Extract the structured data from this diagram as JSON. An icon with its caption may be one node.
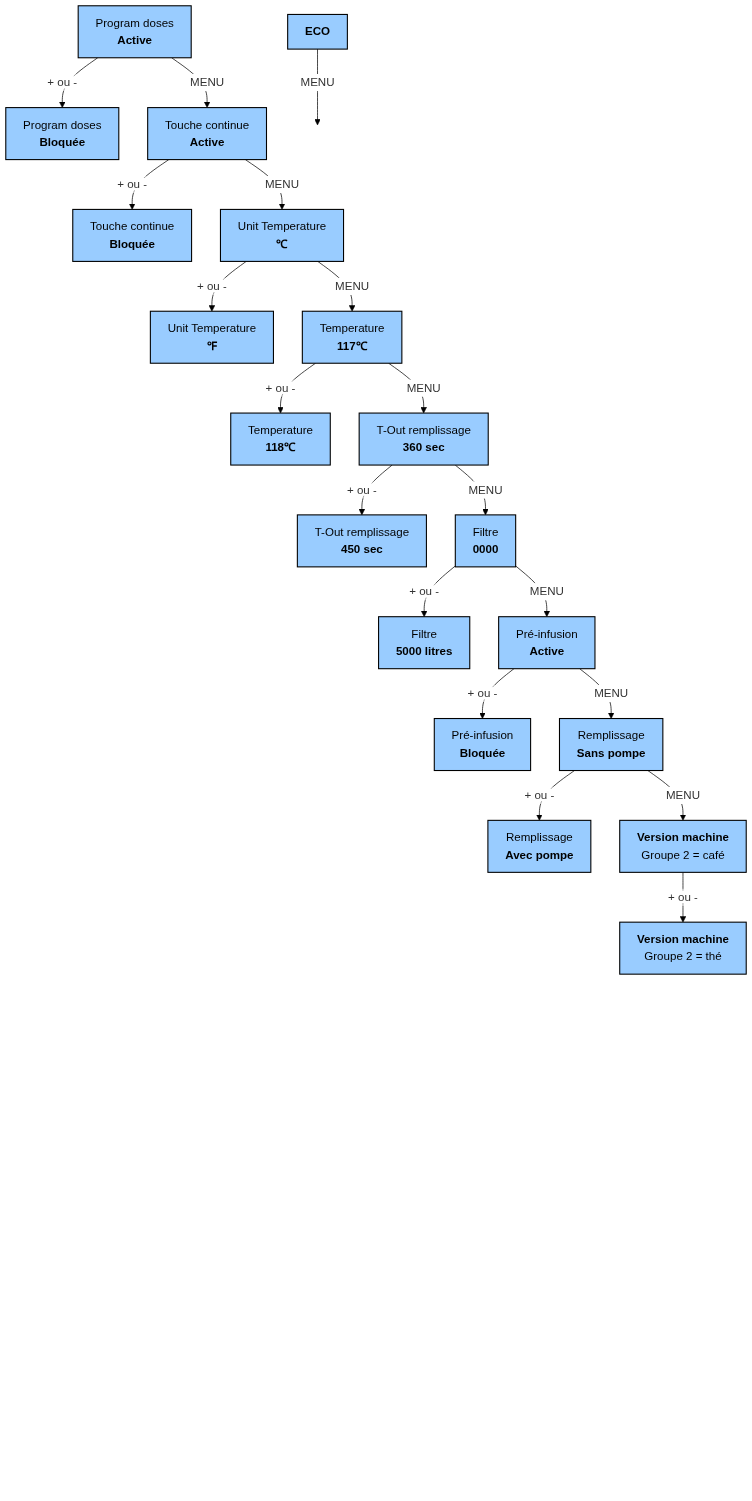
{
  "diagram": {
    "nodes": [
      {
        "text": [
          "Program doses",
          "Active"
        ]
      },
      {
        "text": [
          "Program doses",
          "Bloquée"
        ]
      },
      {
        "text": [
          "Touche continue",
          "Active"
        ]
      },
      {
        "text": [
          "Touche continue",
          "Bloquée"
        ]
      },
      {
        "text": [
          "Unit Temperature",
          "℃"
        ]
      },
      {
        "text": [
          "Unit Temperature",
          "℉"
        ]
      },
      {
        "text": [
          "Temperature",
          "117℃"
        ]
      },
      {
        "text": [
          "Temperature",
          "118℃"
        ]
      },
      {
        "text": [
          "T-Out  remplissage",
          "360 sec"
        ]
      },
      {
        "text": [
          "T-Out  remplissage",
          "450 sec"
        ]
      },
      {
        "text": [
          "Filtre",
          "0000"
        ]
      },
      {
        "text": [
          "Filtre",
          "5000 litres"
        ]
      },
      {
        "text": [
          "Pré-infusion",
          "Active"
        ]
      },
      {
        "text": [
          "Pré-infusion",
          "Bloquée"
        ]
      },
      {
        "text": [
          "Remplissage",
          "Sans pompe"
        ]
      },
      {
        "text": [
          "Remplissage",
          "Avec pompe"
        ]
      },
      {
        "text": [
          "Version machine",
          "Groupe 2 = café"
        ]
      },
      {
        "text": [
          "Version machine",
          "Groupe 2 = thé"
        ]
      },
      {
        "text": [
          "ECO"
        ]
      }
    ],
    "edges": [
      {
        "from": 0,
        "to": 1,
        "arrow": "to",
        "label": "+ ou -"
      },
      {
        "from": 0,
        "to": 2,
        "arrow": "to",
        "label": "MENU"
      },
      {
        "from": 2,
        "to": 3,
        "arrow": "to",
        "label": "+ ou -"
      },
      {
        "from": 2,
        "to": 4,
        "arrow": "to",
        "label": "MENU"
      },
      {
        "from": 4,
        "to": 5,
        "arrow": "to",
        "label": "+ ou -"
      },
      {
        "from": 4,
        "to": 6,
        "arrow": "to",
        "label": "MENU"
      },
      {
        "from": 6,
        "to": 7,
        "arrow": "to",
        "label": "+ ou -"
      },
      {
        "from": 6,
        "to": 8,
        "arrow": "to",
        "label": "MENU"
      },
      {
        "from": 8,
        "to": 9,
        "arrow": "to",
        "label": "+ ou -"
      },
      {
        "from": 8,
        "to": 10,
        "arrow": "to",
        "label": "MENU"
      },
      {
        "from": 10,
        "to": 11,
        "arrow": "to",
        "label": "+ ou -"
      },
      {
        "from": 10,
        "to": 12,
        "arrow": "to",
        "label": "MENU"
      },
      {
        "from": 12,
        "to": 13,
        "arrow": "to",
        "label": "+ ou -"
      },
      {
        "from": 12,
        "to": 14,
        "arrow": "to",
        "label": "MENU"
      },
      {
        "from": 14,
        "to": 15,
        "arrow": "to",
        "label": "+ ou -"
      },
      {
        "from": 14,
        "to": 16,
        "arrow": "to",
        "label": "MENU"
      },
      {
        "from": 16,
        "to": 17,
        "arrow": "to",
        "label": "+ ou -"
      },
      {
        "from": 18,
        "to": null,
        "arrow": "to",
        "label": "MENU"
      }
    ]
  }
}
